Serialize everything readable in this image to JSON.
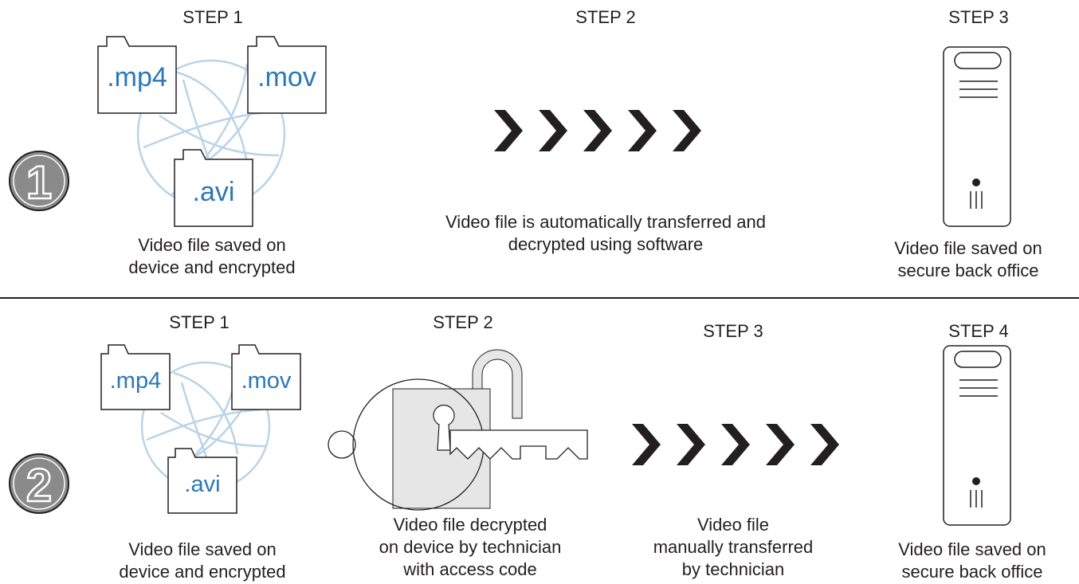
{
  "rows": [
    {
      "number": "1",
      "steps": [
        {
          "label": "STEP 1",
          "caption": [
            "Video file saved on",
            "device and encrypted"
          ],
          "files": [
            ".mp4",
            ".mov",
            ".avi"
          ]
        },
        {
          "label": "STEP 2",
          "caption": [
            "Video file is automatically transferred and",
            "decrypted using software"
          ]
        },
        {
          "label": "STEP 3",
          "caption": [
            "Video file saved on",
            "secure back office"
          ]
        }
      ]
    },
    {
      "number": "2",
      "steps": [
        {
          "label": "STEP 1",
          "caption": [
            "Video file saved on",
            "device and encrypted"
          ],
          "files": [
            ".mp4",
            ".mov",
            ".avi"
          ]
        },
        {
          "label": "STEP 2",
          "caption": [
            "Video file decrypted",
            "on device by technician",
            "with access code"
          ]
        },
        {
          "label": "STEP 3",
          "caption": [
            "Video file",
            "manually transferred",
            "by technician"
          ]
        },
        {
          "label": "STEP 4",
          "caption": [
            "Video file saved on",
            "secure back office"
          ]
        }
      ]
    }
  ],
  "colors": {
    "file_text": "#2a78b8",
    "aperture": "#b9d4e8",
    "chevrons": "#231f20",
    "badge_fill": "#8a8a8a",
    "lock_fill": "#e6e6e6"
  },
  "icons": [
    "camera-aperture-icon",
    "file-icon",
    "chevron-right-icon",
    "server-tower-icon",
    "padlock-icon",
    "key-icon",
    "number-badge-icon"
  ]
}
